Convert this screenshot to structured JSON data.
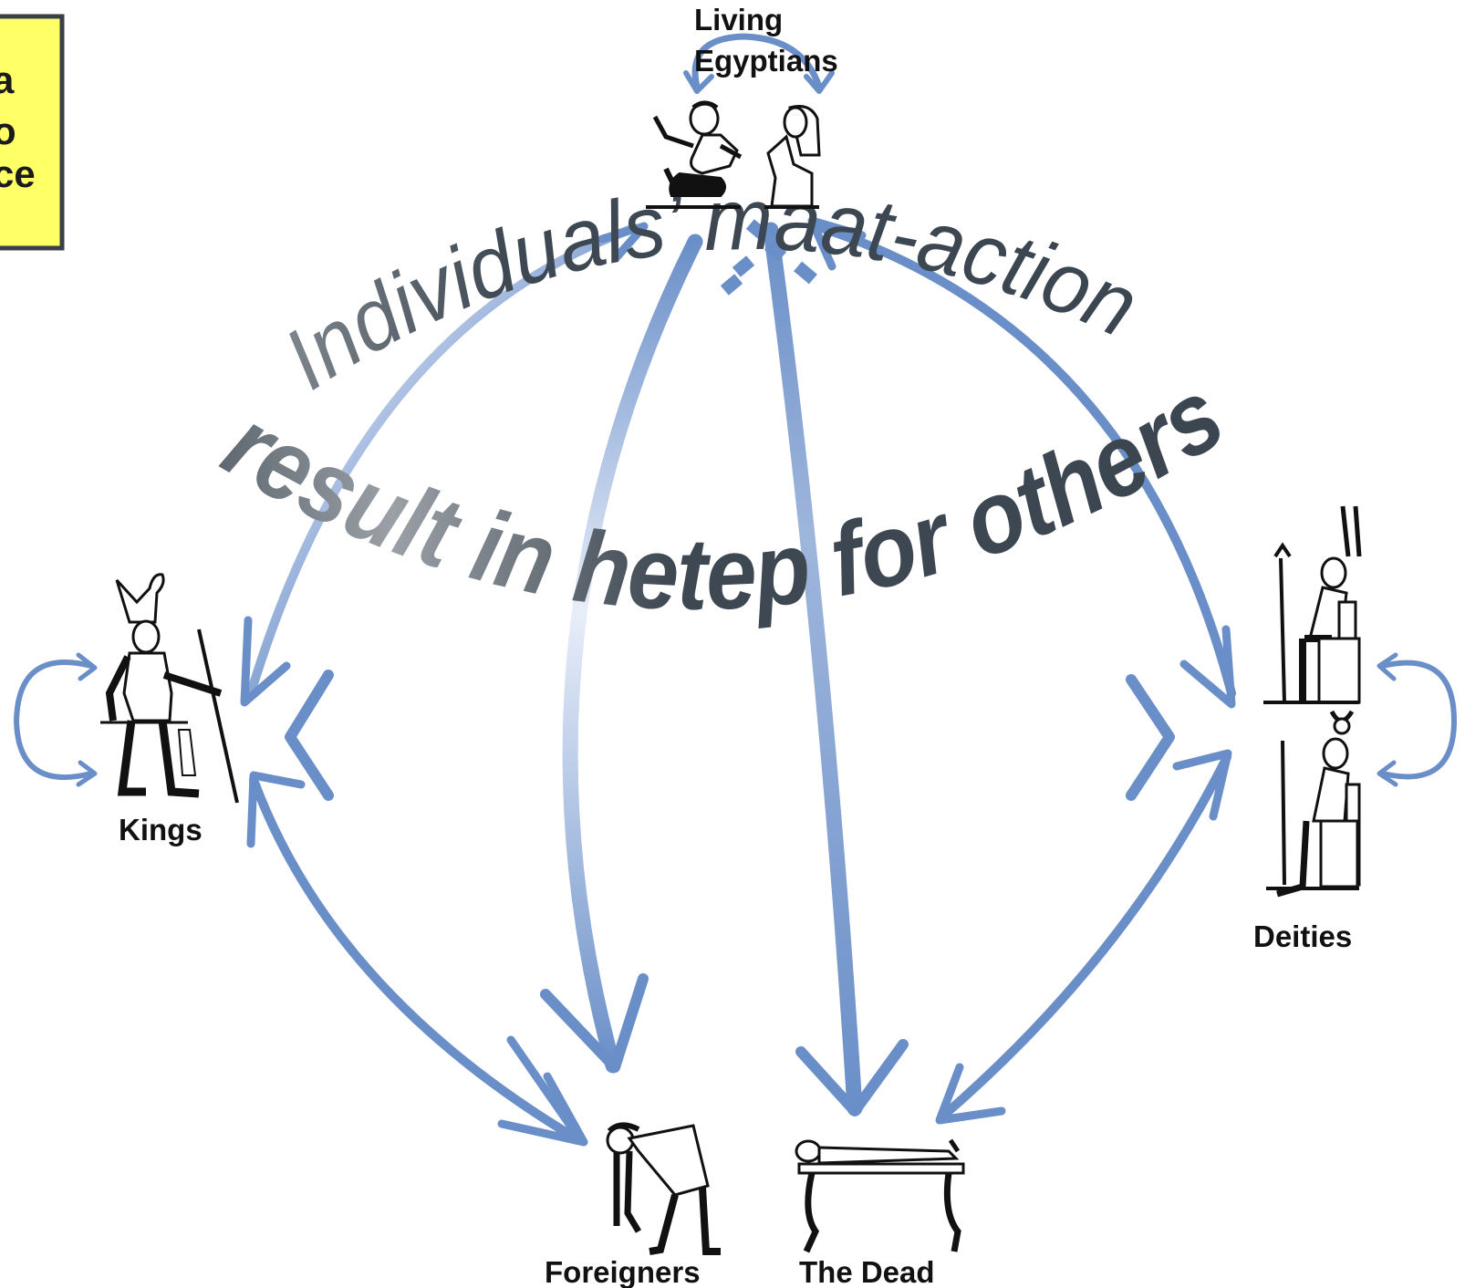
{
  "legend_box": {
    "fill_color": "#ffff66",
    "border_color": "#3a3f4a",
    "visible_fragments": [
      "a",
      "o",
      "ce"
    ]
  },
  "groups": {
    "living": {
      "label_line1": "Living",
      "label_line2": "Egyptians",
      "icon": "seated-man-and-woman-hieroglyph-icon"
    },
    "kings": {
      "label": "Kings",
      "icon": "king-with-staff-hieroglyph-icon"
    },
    "deities": {
      "label": "Deities",
      "icon": "enthroned-deities-hieroglyph-icon"
    },
    "foreigners": {
      "label": "Foreigners",
      "icon": "bowing-foreigner-hieroglyph-icon"
    },
    "dead": {
      "label": "The Dead",
      "icon": "mummy-on-bier-hieroglyph-icon"
    }
  },
  "headline": {
    "line1": "Individuals’ maat-actions",
    "line2": "result in hetep for others",
    "text_color": "#3b4650"
  },
  "colors": {
    "arrow": "#6a8fc8",
    "arrow_light": "#dfe8f7",
    "glyph": "#111111"
  }
}
